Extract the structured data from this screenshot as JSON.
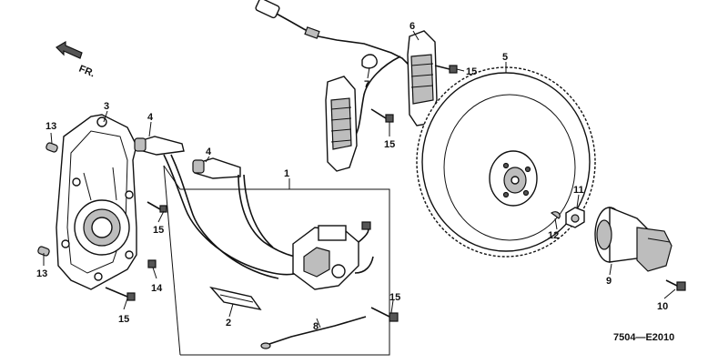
{
  "direction": {
    "label": "FR."
  },
  "part_numbers": [
    "1",
    "2",
    "3",
    "4",
    "4",
    "5",
    "6",
    "7",
    "8",
    "9",
    "10",
    "11",
    "12",
    "13",
    "13",
    "14",
    "15",
    "15",
    "15",
    "15",
    "15"
  ],
  "diagram_code": "7504—E2010"
}
